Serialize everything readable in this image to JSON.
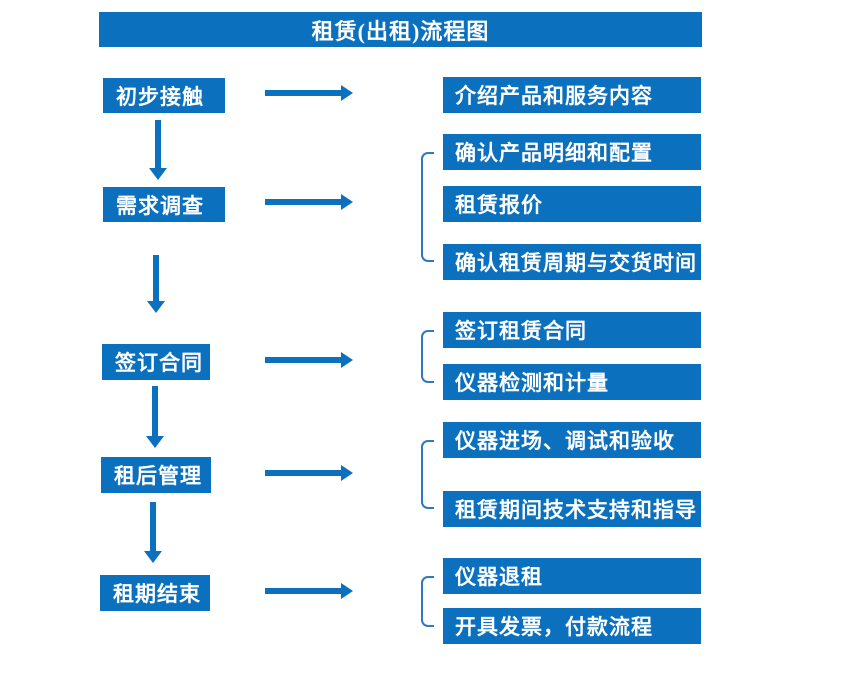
{
  "title": "租赁(出租)流程图",
  "colors": {
    "box_blue": "#0b70bd",
    "bracket_blue": "#2e79c2",
    "text_white": "#ffffff",
    "background": "#ffffff"
  },
  "stages": [
    {
      "label": "初步接触",
      "outputs": [
        "介绍产品和服务内容"
      ]
    },
    {
      "label": "需求调查",
      "outputs": [
        "确认产品明细和配置",
        "租赁报价",
        "确认租赁周期与交货时间"
      ]
    },
    {
      "label": "签订合同",
      "outputs": [
        "签订租赁合同",
        "仪器检测和计量"
      ]
    },
    {
      "label": "租后管理",
      "outputs": [
        "仪器进场、调试和验收",
        "租赁期间技术支持和指导"
      ]
    },
    {
      "label": "租期结束",
      "outputs": [
        "仪器退租",
        "开具发票，付款流程"
      ]
    }
  ]
}
